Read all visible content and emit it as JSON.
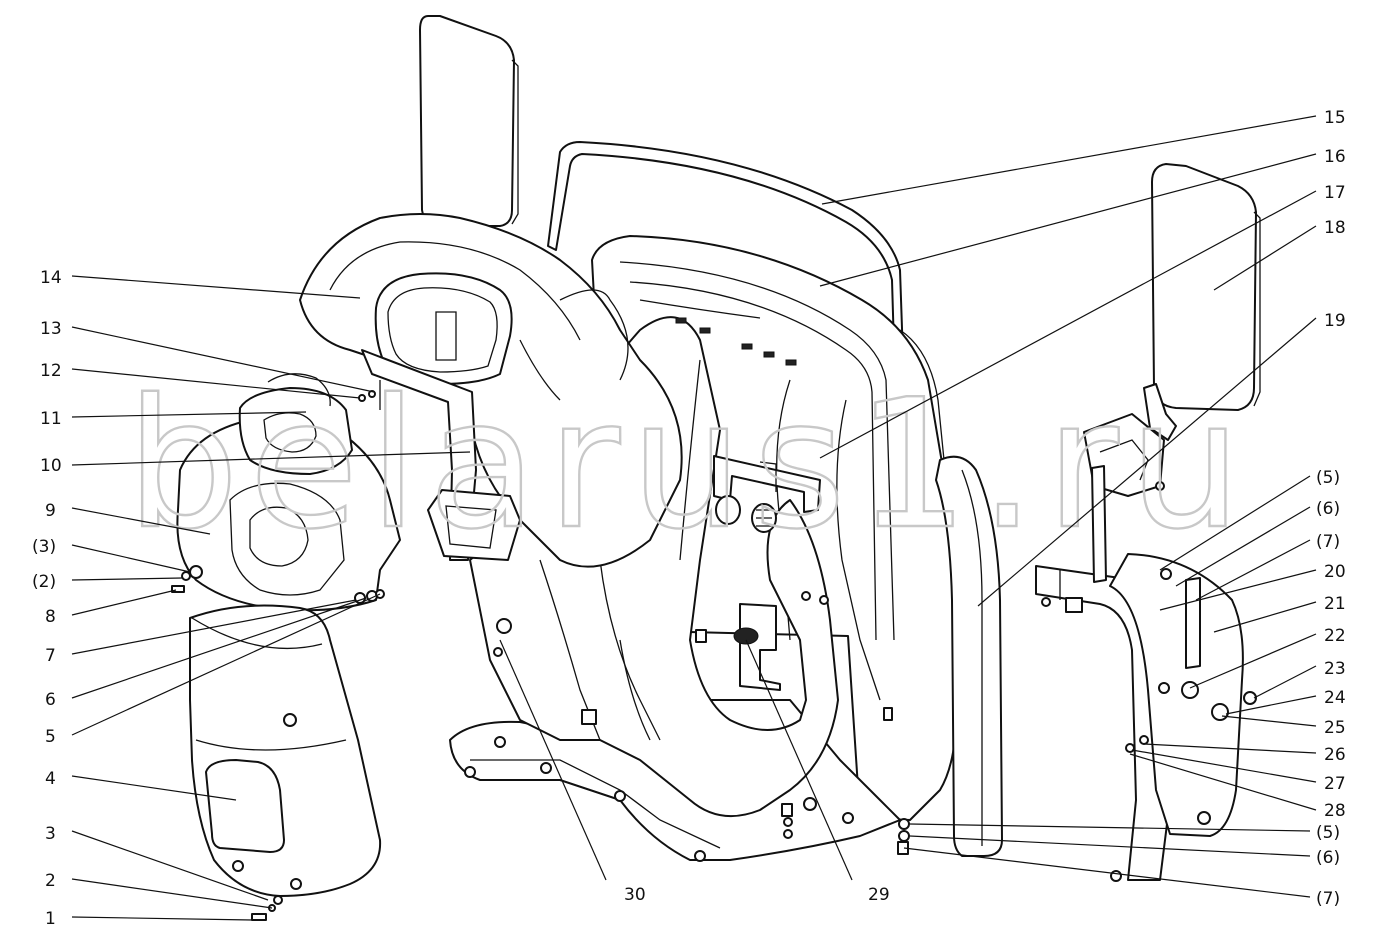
{
  "watermark": "belarus1.ru",
  "callouts_left": [
    "14",
    "13",
    "12",
    "11",
    "10",
    "9",
    "(3)",
    "(2)",
    "8",
    "7",
    "6",
    "5",
    "4",
    "3",
    "2",
    "1"
  ],
  "callouts_bottom": [
    "30",
    "29"
  ],
  "callouts_right": [
    "15",
    "16",
    "17",
    "18",
    "19",
    "(5)",
    "(6)",
    "(7)",
    "20",
    "21",
    "22",
    "23",
    "24",
    "25",
    "26",
    "27",
    "28",
    "(5)",
    "(6)",
    "(7)"
  ]
}
